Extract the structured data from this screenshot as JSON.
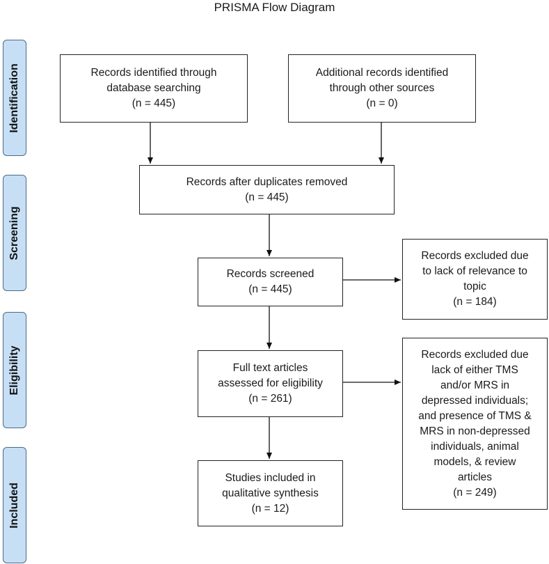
{
  "title": "PRISMA Flow Diagram",
  "phases": {
    "identification": "Identification",
    "screening": "Screening",
    "eligibility": "Eligibility",
    "included": "Included"
  },
  "boxes": {
    "database_records": [
      "Records identified through",
      "database searching",
      "(n = 445)"
    ],
    "other_records": [
      "Additional records identified",
      "through other sources",
      "(n = 0)"
    ],
    "after_duplicates": [
      "Records after duplicates removed",
      "(n = 445)"
    ],
    "screened": [
      "Records screened",
      "(n = 445)"
    ],
    "excluded_relevance": [
      "Records excluded due",
      "to lack of relevance to",
      "topic",
      "(n = 184)"
    ],
    "full_text": [
      "Full text articles",
      "assessed for eligibility",
      "(n = 261)"
    ],
    "excluded_eligibility": [
      "Records excluded due",
      "lack of either TMS",
      "and/or MRS in",
      "depressed individuals;",
      "and presence of TMS &",
      "MRS in non-depressed",
      "individuals, animal",
      "models, & review",
      "articles",
      "(n = 249)"
    ],
    "included_studies": [
      "Studies included in",
      "qualitative synthesis",
      "(n = 12)"
    ]
  }
}
